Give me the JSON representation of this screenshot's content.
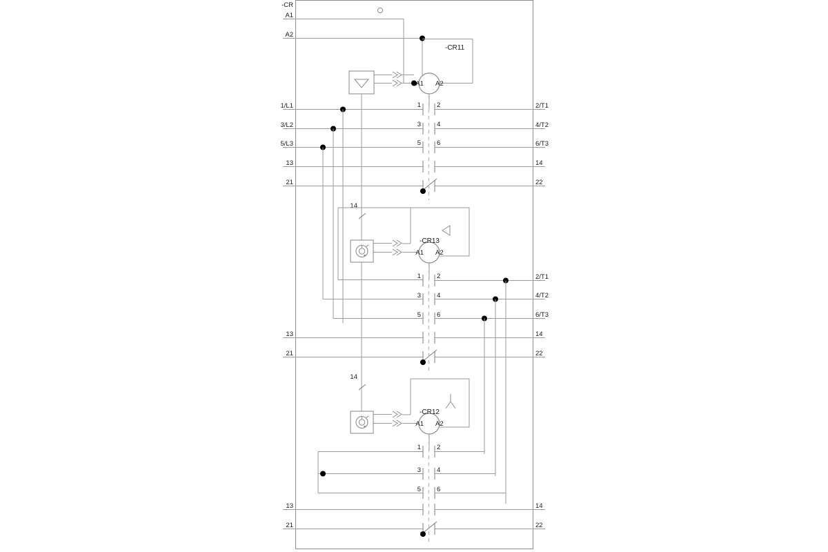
{
  "diagram": {
    "title": "-CR",
    "type": "electrical-schematic",
    "power_supply": {
      "label": "-CR",
      "terminals": [
        "A1",
        "A2"
      ]
    },
    "devices": [
      {
        "id": "-CR11",
        "label": "-CR11",
        "symbol": "triangle-down",
        "coil_terminals": {
          "a1": "A1",
          "a2": "A2"
        },
        "power_contacts": [
          {
            "in": "1/L1",
            "out": "2/T1",
            "in_num": "1",
            "out_num": "2"
          },
          {
            "in": "3/L2",
            "out": "4/T2",
            "in_num": "3",
            "out_num": "4"
          },
          {
            "in": "5/L3",
            "out": "6/T3",
            "in_num": "5",
            "out_num": "6"
          }
        ],
        "aux_contacts": [
          {
            "in": "13",
            "out": "14",
            "kind": "no"
          },
          {
            "in": "21",
            "out": "22",
            "kind": "nc"
          }
        ]
      },
      {
        "id": "-CR13",
        "label": "-CR13",
        "symbol": "triangle-left",
        "timer_label": "14",
        "coil_terminals": {
          "a1": "A1",
          "a2": "A2"
        },
        "power_contacts": [
          {
            "in_num": "1",
            "out_num": "2",
            "out": "2/T1"
          },
          {
            "in_num": "3",
            "out_num": "4",
            "out": "4/T2"
          },
          {
            "in_num": "5",
            "out_num": "6",
            "out": "6/T3"
          }
        ],
        "aux_contacts": [
          {
            "in": "13",
            "out": "14",
            "kind": "no"
          },
          {
            "in": "21",
            "out": "22",
            "kind": "nc"
          }
        ]
      },
      {
        "id": "-CR12",
        "label": "-CR12",
        "symbol": "wye",
        "timer_label": "14",
        "coil_terminals": {
          "a1": "A1",
          "a2": "A2"
        },
        "power_contacts": [
          {
            "in_num": "1",
            "out_num": "2"
          },
          {
            "in_num": "3",
            "out_num": "4"
          },
          {
            "in_num": "5",
            "out_num": "6"
          }
        ],
        "aux_contacts": [
          {
            "in": "13",
            "out": "14",
            "kind": "no"
          },
          {
            "in": "21",
            "out": "22",
            "kind": "nc"
          }
        ]
      }
    ],
    "left_labels_group1": [
      "-CR",
      "A1",
      "A2"
    ],
    "left_labels_group2": [
      "1/L1",
      "3/L2",
      "5/L3",
      "13",
      "21"
    ],
    "right_labels_group2": [
      "2/T1",
      "4/T2",
      "6/T3",
      "14",
      "22"
    ],
    "left_labels_group3": [
      "13",
      "21"
    ],
    "right_labels_group3": [
      "2/T1",
      "4/T2",
      "6/T3",
      "14",
      "22"
    ],
    "left_labels_group4": [
      "13",
      "21"
    ],
    "right_labels_group4": [
      "14",
      "22"
    ],
    "contact_numbers": [
      "1",
      "2",
      "3",
      "4",
      "5",
      "6"
    ],
    "colors": {
      "wire": "#9a9a9a",
      "frame": "#8c8c8c",
      "node": "#000000",
      "text": "#1a1a1a",
      "background": "#ffffff",
      "linkage": "#b5b5b5"
    }
  }
}
